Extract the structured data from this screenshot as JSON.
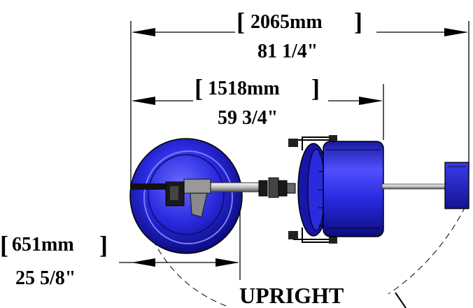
{
  "dimensions": {
    "overall": {
      "metric": "2065mm",
      "imperial": "81 1/4\""
    },
    "base_to_cart": {
      "metric": "1518mm",
      "imperial": "59 3/4\""
    },
    "dish_diameter": {
      "metric": "651mm",
      "imperial": "25 5/8\""
    }
  },
  "labels": {
    "position": "UPRIGHT"
  },
  "colors": {
    "equipment_blue": "#2222dd",
    "equipment_dark": "#10107a",
    "line": "#000000"
  }
}
